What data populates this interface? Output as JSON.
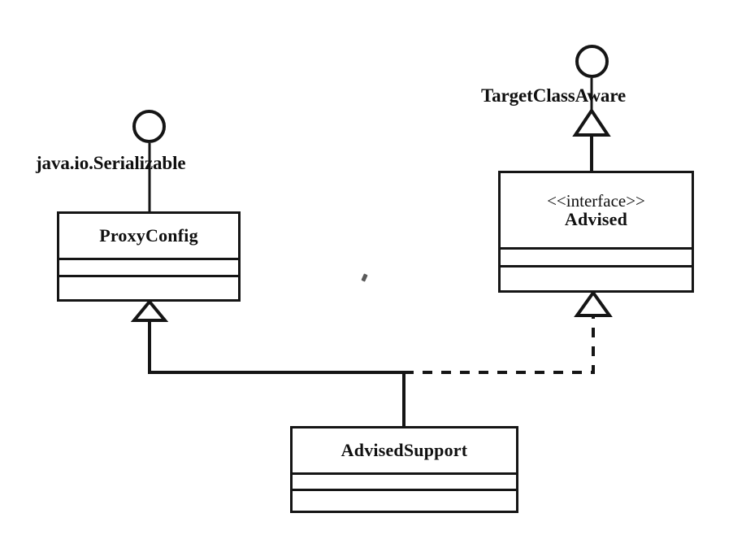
{
  "diagram": {
    "type": "uml-class-diagram",
    "background_color": "#ffffff",
    "line_color": "#151515",
    "classes": [
      {
        "id": "proxy-config",
        "name": "ProxyConfig",
        "stereotype": "",
        "attributes": [],
        "operations": []
      },
      {
        "id": "advised",
        "name": "Advised",
        "stereotype": "<<interface>>",
        "attributes": [],
        "operations": []
      },
      {
        "id": "advised-support",
        "name": "AdvisedSupport",
        "stereotype": "",
        "attributes": [],
        "operations": []
      }
    ],
    "interfaces": [
      {
        "id": "serializable-lollipop",
        "label": "java.io.Serializable",
        "notation": "lollipop-circle",
        "attached_to": "ProxyConfig"
      },
      {
        "id": "target-class-aware-lollipop",
        "label": "TargetClassAware",
        "notation": "lollipop-circle",
        "attached_to": "Advised"
      }
    ],
    "relationships": [
      {
        "id": "advised-generalizes-targetclassaware",
        "type": "generalization",
        "style": "solid",
        "arrow": "hollow-triangle",
        "from": "Advised",
        "to": "TargetClassAware"
      },
      {
        "id": "advisedsupport-extends-proxyconfig",
        "type": "generalization",
        "style": "solid",
        "arrow": "hollow-triangle",
        "from": "AdvisedSupport",
        "to": "ProxyConfig"
      },
      {
        "id": "advisedsupport-realizes-advised",
        "type": "realization",
        "style": "dashed",
        "arrow": "hollow-triangle",
        "from": "AdvisedSupport",
        "to": "Advised"
      },
      {
        "id": "proxyconfig-implements-serializable",
        "type": "interface-link",
        "style": "solid",
        "arrow": "none",
        "from": "ProxyConfig",
        "to": "java.io.Serializable"
      }
    ]
  }
}
